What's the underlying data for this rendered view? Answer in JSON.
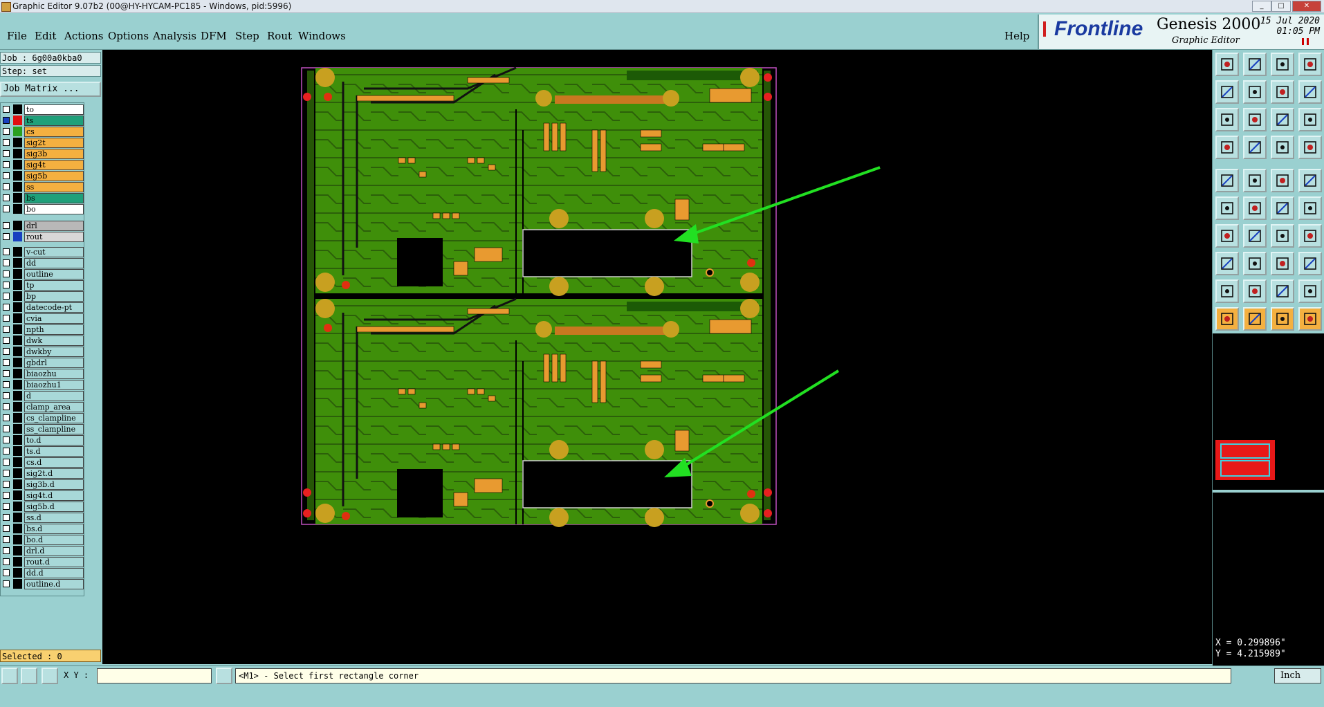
{
  "window": {
    "title": "Graphic Editor 9.07b2 (00@HY-HYCAM-PC185 - Windows, pid:5996)"
  },
  "menu": [
    "File",
    "Edit",
    "Actions",
    "Options",
    "Analysis",
    "DFM",
    "Step",
    "Rout",
    "Windows"
  ],
  "help": "Help",
  "brand": {
    "logo": "Frontline",
    "product": "Genesis 2000",
    "subtitle": "Graphic Editor",
    "date": "15 Jul 2020",
    "time": "01:05 PM"
  },
  "job": {
    "job_line": "Job : 6g00a0kba0",
    "step_line": "Step: set",
    "job_matrix": "Job Matrix ..."
  },
  "layers": [
    {
      "name": "to",
      "bg": "#ffffff",
      "swatch": "#000000",
      "checked": false
    },
    {
      "name": "ts",
      "bg": "#1fa07a",
      "swatch": "#e01010",
      "checked": true
    },
    {
      "name": "cs",
      "bg": "#f4b040",
      "swatch": "#2aa020",
      "checked": false
    },
    {
      "name": "sig2t",
      "bg": "#f4b040",
      "swatch": "#000000",
      "checked": false
    },
    {
      "name": "sig3b",
      "bg": "#f4b040",
      "swatch": "#000000",
      "checked": false
    },
    {
      "name": "sig4t",
      "bg": "#f4b040",
      "swatch": "#000000",
      "checked": false
    },
    {
      "name": "sig5b",
      "bg": "#f4b040",
      "swatch": "#000000",
      "checked": false
    },
    {
      "name": "ss",
      "bg": "#f4b040",
      "swatch": "#000000",
      "checked": false
    },
    {
      "name": "bs",
      "bg": "#1fa07a",
      "swatch": "#000000",
      "checked": false
    },
    {
      "name": "bo",
      "bg": "#ffffff",
      "swatch": "#000000",
      "checked": false
    },
    {
      "name": "drl",
      "bg": "#b8b8b8",
      "swatch": "#000000",
      "checked": false
    },
    {
      "name": "rout",
      "bg": "#d8d8d8",
      "swatch": "#1840c0",
      "checked": false
    },
    {
      "name": "v-cut",
      "bg": "#a8d8d8",
      "swatch": "#000000",
      "checked": false
    },
    {
      "name": "dd",
      "bg": "#a8d8d8",
      "swatch": "#000000",
      "checked": false
    },
    {
      "name": "outline",
      "bg": "#a8d8d8",
      "swatch": "#000000",
      "checked": false
    },
    {
      "name": "tp",
      "bg": "#a8d8d8",
      "swatch": "#000000",
      "checked": false
    },
    {
      "name": "bp",
      "bg": "#a8d8d8",
      "swatch": "#000000",
      "checked": false
    },
    {
      "name": "datecode-pt",
      "bg": "#a8d8d8",
      "swatch": "#000000",
      "checked": false
    },
    {
      "name": "cvia",
      "bg": "#a8d8d8",
      "swatch": "#000000",
      "checked": false
    },
    {
      "name": "npth",
      "bg": "#a8d8d8",
      "swatch": "#000000",
      "checked": false
    },
    {
      "name": "dwk",
      "bg": "#a8d8d8",
      "swatch": "#000000",
      "checked": false
    },
    {
      "name": "dwkby",
      "bg": "#a8d8d8",
      "swatch": "#000000",
      "checked": false
    },
    {
      "name": "gbdrl",
      "bg": "#a8d8d8",
      "swatch": "#000000",
      "checked": false
    },
    {
      "name": "biaozhu",
      "bg": "#a8d8d8",
      "swatch": "#000000",
      "checked": false
    },
    {
      "name": "biaozhu1",
      "bg": "#a8d8d8",
      "swatch": "#000000",
      "checked": false
    },
    {
      "name": "d",
      "bg": "#a8d8d8",
      "swatch": "#000000",
      "checked": false
    },
    {
      "name": "clamp_area",
      "bg": "#a8d8d8",
      "swatch": "#000000",
      "checked": false
    },
    {
      "name": "cs_clampline",
      "bg": "#a8d8d8",
      "swatch": "#000000",
      "checked": false
    },
    {
      "name": "ss_clampline",
      "bg": "#a8d8d8",
      "swatch": "#000000",
      "checked": false
    },
    {
      "name": "to.d",
      "bg": "#a8d8d8",
      "swatch": "#000000",
      "checked": false
    },
    {
      "name": "ts.d",
      "bg": "#a8d8d8",
      "swatch": "#000000",
      "checked": false
    },
    {
      "name": "cs.d",
      "bg": "#a8d8d8",
      "swatch": "#000000",
      "checked": false
    },
    {
      "name": "sig2t.d",
      "bg": "#a8d8d8",
      "swatch": "#000000",
      "checked": false
    },
    {
      "name": "sig3b.d",
      "bg": "#a8d8d8",
      "swatch": "#000000",
      "checked": false
    },
    {
      "name": "sig4t.d",
      "bg": "#a8d8d8",
      "swatch": "#000000",
      "checked": false
    },
    {
      "name": "sig5b.d",
      "bg": "#a8d8d8",
      "swatch": "#000000",
      "checked": false
    },
    {
      "name": "ss.d",
      "bg": "#a8d8d8",
      "swatch": "#000000",
      "checked": false
    },
    {
      "name": "bs.d",
      "bg": "#a8d8d8",
      "swatch": "#000000",
      "checked": false
    },
    {
      "name": "bo.d",
      "bg": "#a8d8d8",
      "swatch": "#000000",
      "checked": false
    },
    {
      "name": "drl.d",
      "bg": "#a8d8d8",
      "swatch": "#000000",
      "checked": false
    },
    {
      "name": "rout.d",
      "bg": "#a8d8d8",
      "swatch": "#000000",
      "checked": false
    },
    {
      "name": "dd.d",
      "bg": "#a8d8d8",
      "swatch": "#000000",
      "checked": false
    },
    {
      "name": "outline.d",
      "bg": "#a8d8d8",
      "swatch": "#000000",
      "checked": false
    }
  ],
  "selected": "Selected : 0",
  "coords": {
    "x": "X = 0.299896\"",
    "y": "Y = 4.215989\""
  },
  "status": {
    "xy_label": "X Y :",
    "xy_value": "",
    "prompt": "<M1> - Select first rectangle corner",
    "units": "Inch"
  },
  "colors": {
    "board": "#3f8f0a",
    "pad": "#e89a30",
    "fiducial": "#c8a020",
    "arrow": "#22e022",
    "outline": "#c050c0"
  }
}
